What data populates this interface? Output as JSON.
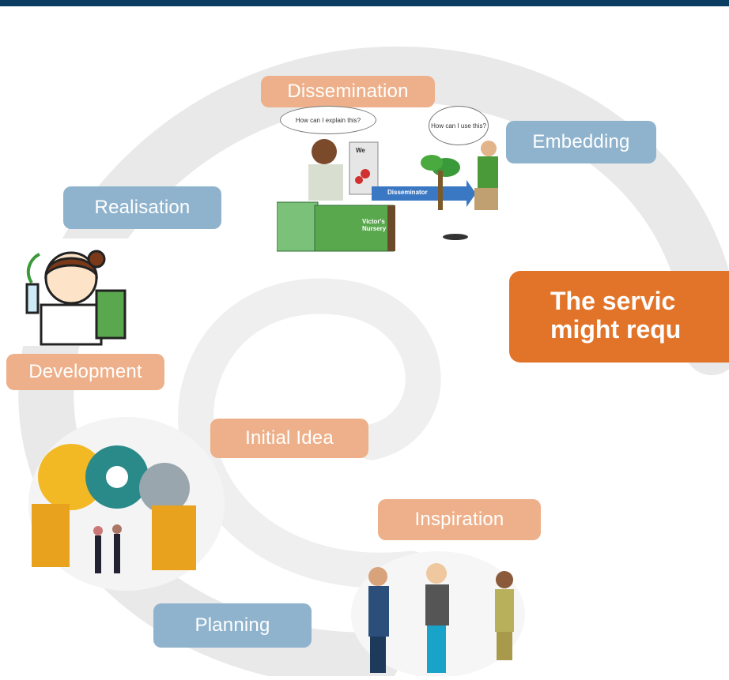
{
  "stages": {
    "dissemination": "Dissemination",
    "embedding": "Embedding",
    "realisation": "Realisation",
    "development": "Development",
    "initial_idea": "Initial Idea",
    "inspiration": "Inspiration",
    "planning": "Planning"
  },
  "callout": {
    "line1": "The servic",
    "line2": "might requ"
  },
  "illustration": {
    "bubble_left": "How can I explain this?",
    "bubble_right": "How can I use this?",
    "arrow_label": "Disseminator",
    "sign_label": "Victor's Nursery",
    "book_label": "We"
  },
  "colors": {
    "header": "#0b3d63",
    "stage_blue": "#8fb3cd",
    "stage_orange": "#eeb08a",
    "callout": "#e2742a"
  }
}
